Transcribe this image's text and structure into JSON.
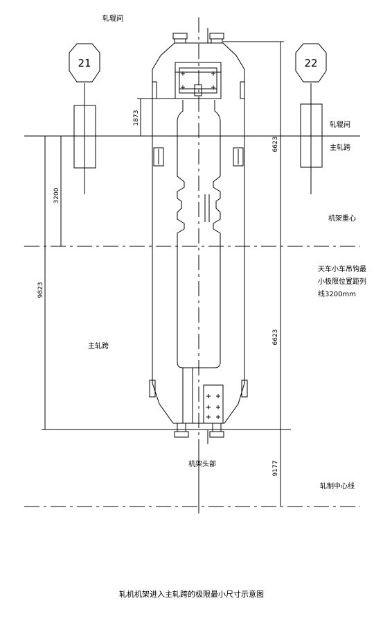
{
  "caption": "轧机机架进入主轧跨的极限最小尺寸示意图",
  "columns": [
    {
      "id": "21",
      "label": "21"
    },
    {
      "id": "22",
      "label": "22"
    }
  ],
  "labels": {
    "roll_room_top": "轧辊间",
    "roll_room_right": "轧辊间",
    "main_bay_right": "主轧跨",
    "stand_center": "机架重心",
    "crane_note_1": "天车小车吊钩最",
    "crane_note_2": "小极限位置距列",
    "crane_note_3": "线3200mm",
    "main_bay_left": "主轧跨",
    "stand_head": "机架头部",
    "mill_center": "轧制中心线"
  },
  "dimensions": {
    "d1873": "1873",
    "d6623_top": "6623",
    "d3200": "3200",
    "d9823": "9823",
    "d6623_mid": "6623",
    "d9177": "9177"
  }
}
